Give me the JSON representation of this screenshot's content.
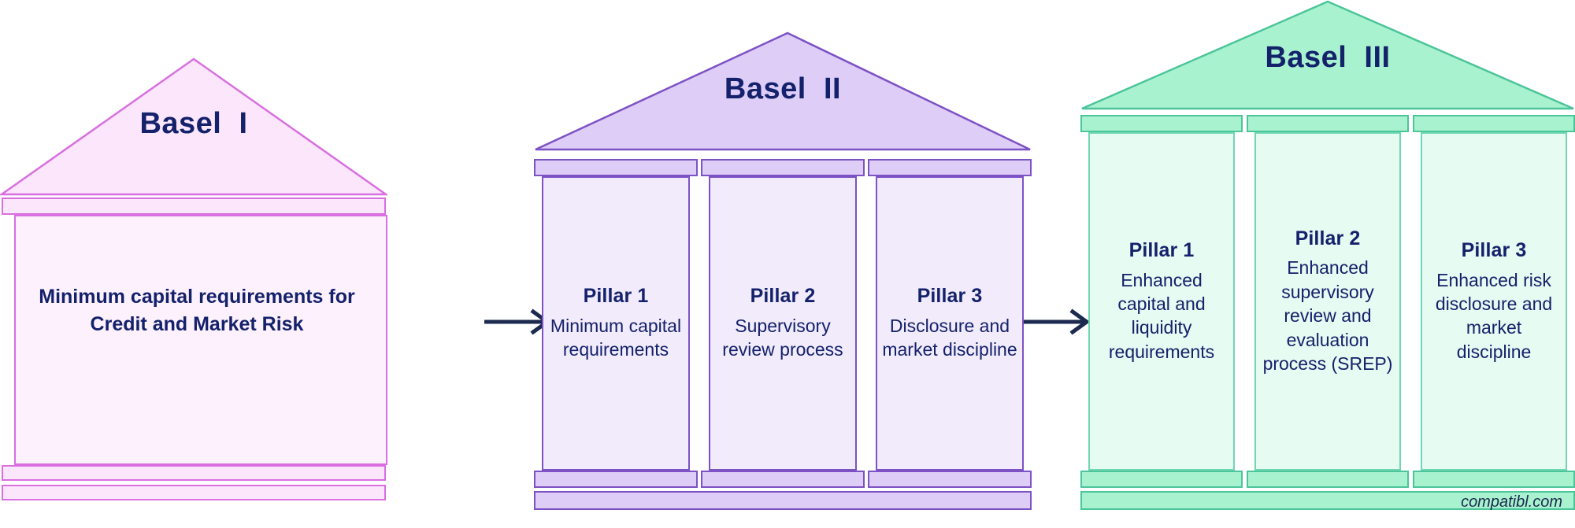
{
  "diagram": {
    "title_basel1": "Basel  I",
    "title_basel2": "Basel  II",
    "title_basel3": "Basel  III",
    "watermark": "compatibl.com",
    "colors": {
      "text": "#14216b",
      "basel1_accent": "#d96fe0",
      "basel1_fill": "#fbe6fb",
      "basel1_body": "#fdf1fd",
      "basel2_accent": "#7d52c4",
      "basel2_fill": "#ddcdf7",
      "basel2_body": "#f1ebfb",
      "basel3_accent": "#4cc59a",
      "basel3_fill": "#a9f2cf",
      "basel3_body": "#e6fbf1",
      "arrow": "#1b2a4e"
    }
  },
  "basel1": {
    "title": "Basel  I",
    "body_text": "Minimum capital requirements for Credit and Market Risk"
  },
  "basel2": {
    "title": "Basel  II",
    "pillars": [
      {
        "title": "Pillar 1",
        "desc": "Minimum capital requirements"
      },
      {
        "title": "Pillar 2",
        "desc": "Supervisory review process"
      },
      {
        "title": "Pillar 3",
        "desc": "Disclosure and market discipline"
      }
    ]
  },
  "basel3": {
    "title": "Basel  III",
    "pillars": [
      {
        "title": "Pillar 1",
        "desc": "Enhanced capital and liquidity requirements"
      },
      {
        "title": "Pillar 2",
        "desc": "Enhanced supervisory review and evaluation process (SREP)"
      },
      {
        "title": "Pillar 3",
        "desc": "Enhanced risk disclosure and market discipline"
      }
    ]
  },
  "arrows": [
    {
      "name": "arrow-basel1-to-basel2"
    },
    {
      "name": "arrow-basel2-to-basel3"
    }
  ]
}
